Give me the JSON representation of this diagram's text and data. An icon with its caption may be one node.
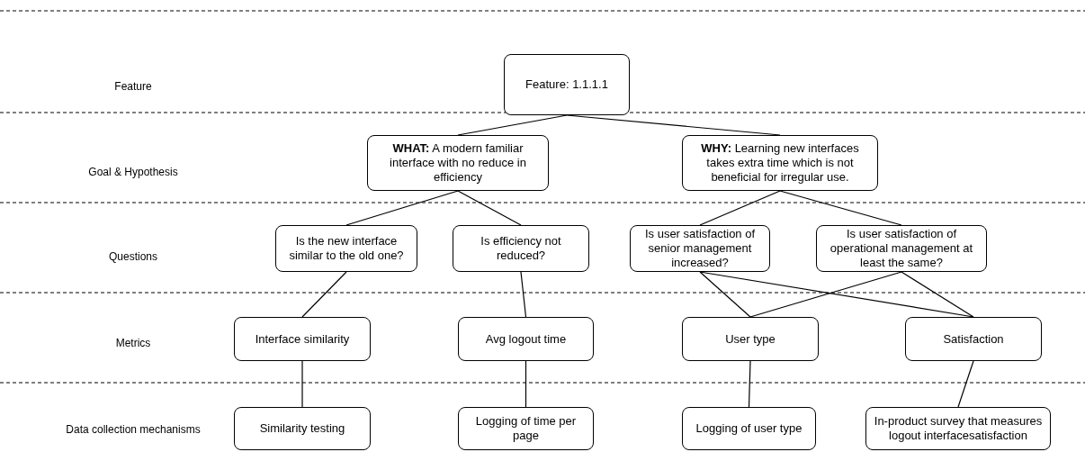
{
  "diagram": {
    "nodes": [
      {
        "text": [
          "Feature: 1.1.1.1"
        ]
      },
      {
        "text": [
          "**WHAT:** A modern familiar interface with no reduce in efficiency"
        ]
      },
      {
        "text": [
          "**WHY:** Learning new interfaces takes extra time which is not beneficial for irregular use."
        ]
      },
      {
        "text": [
          "Is the new interface similar to the old one?"
        ]
      },
      {
        "text": [
          "Is efficiency not reduced?"
        ]
      },
      {
        "text": [
          "Is user satisfaction of senior management increased?"
        ]
      },
      {
        "text": [
          "Is user satisfaction of operational management at least the same?"
        ]
      },
      {
        "text": [
          "Interface similarity"
        ]
      },
      {
        "text": [
          "Avg logout time"
        ]
      },
      {
        "text": [
          "User type"
        ]
      },
      {
        "text": [
          "Satisfaction"
        ]
      },
      {
        "text": [
          "Similarity testing"
        ]
      },
      {
        "text": [
          "Logging of time per page"
        ]
      },
      {
        "text": [
          "Logging of user type"
        ]
      },
      {
        "text": [
          "In-product survey that measures logout interfacesatisfaction"
        ]
      }
    ],
    "edges": [
      {
        "from": 0,
        "to": 1,
        "arrow": "none"
      },
      {
        "from": 0,
        "to": 2,
        "arrow": "none"
      },
      {
        "from": 1,
        "to": 3,
        "arrow": "none"
      },
      {
        "from": 1,
        "to": 4,
        "arrow": "none"
      },
      {
        "from": 2,
        "to": 5,
        "arrow": "none"
      },
      {
        "from": 2,
        "to": 6,
        "arrow": "none"
      },
      {
        "from": 3,
        "to": 7,
        "arrow": "none"
      },
      {
        "from": 4,
        "to": 8,
        "arrow": "none"
      },
      {
        "from": 5,
        "to": 9,
        "arrow": "none"
      },
      {
        "from": 5,
        "to": 10,
        "arrow": "none"
      },
      {
        "from": 6,
        "to": 9,
        "arrow": "none"
      },
      {
        "from": 6,
        "to": 10,
        "arrow": "none"
      },
      {
        "from": 7,
        "to": 11,
        "arrow": "none"
      },
      {
        "from": 8,
        "to": 12,
        "arrow": "none"
      },
      {
        "from": 9,
        "to": 13,
        "arrow": "none"
      },
      {
        "from": 10,
        "to": 14,
        "arrow": "none"
      }
    ],
    "labels": [
      "Feature",
      "Goal & Hypothesis",
      "Questions",
      "Metrics",
      "Data collection mechanisms"
    ]
  }
}
